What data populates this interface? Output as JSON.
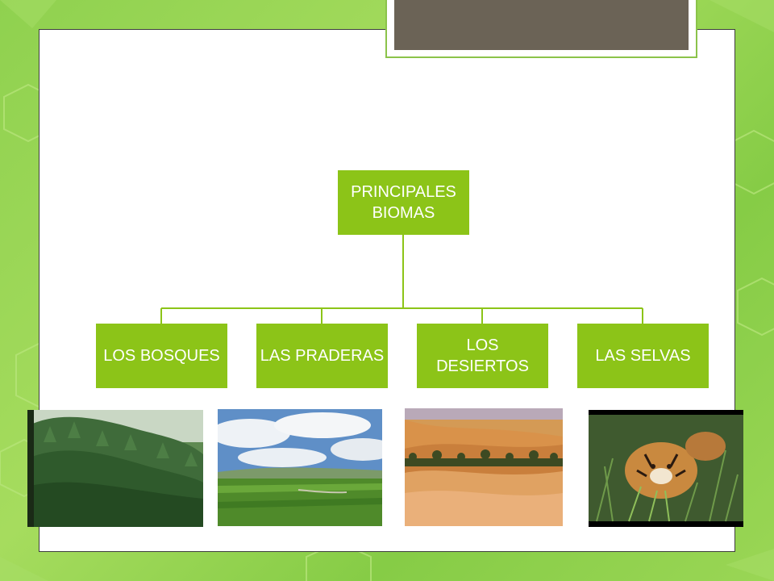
{
  "diagram": {
    "root": {
      "label": "PRINCIPALES BIOMAS"
    },
    "children": [
      {
        "label": "LOS BOSQUES"
      },
      {
        "label": "LAS PRADERAS"
      },
      {
        "label": "LOS DESIERTOS"
      },
      {
        "label": "LAS SELVAS"
      }
    ]
  },
  "images": [
    {
      "subject": "forest-photo"
    },
    {
      "subject": "grassland-photo"
    },
    {
      "subject": "desert-photo"
    },
    {
      "subject": "tiger-jungle-photo"
    }
  ],
  "colors": {
    "node_fill": "#8cc418",
    "node_text": "#ffffff",
    "connector": "#8cc418",
    "background": "#9ad655",
    "title_box": "#6b6356"
  }
}
